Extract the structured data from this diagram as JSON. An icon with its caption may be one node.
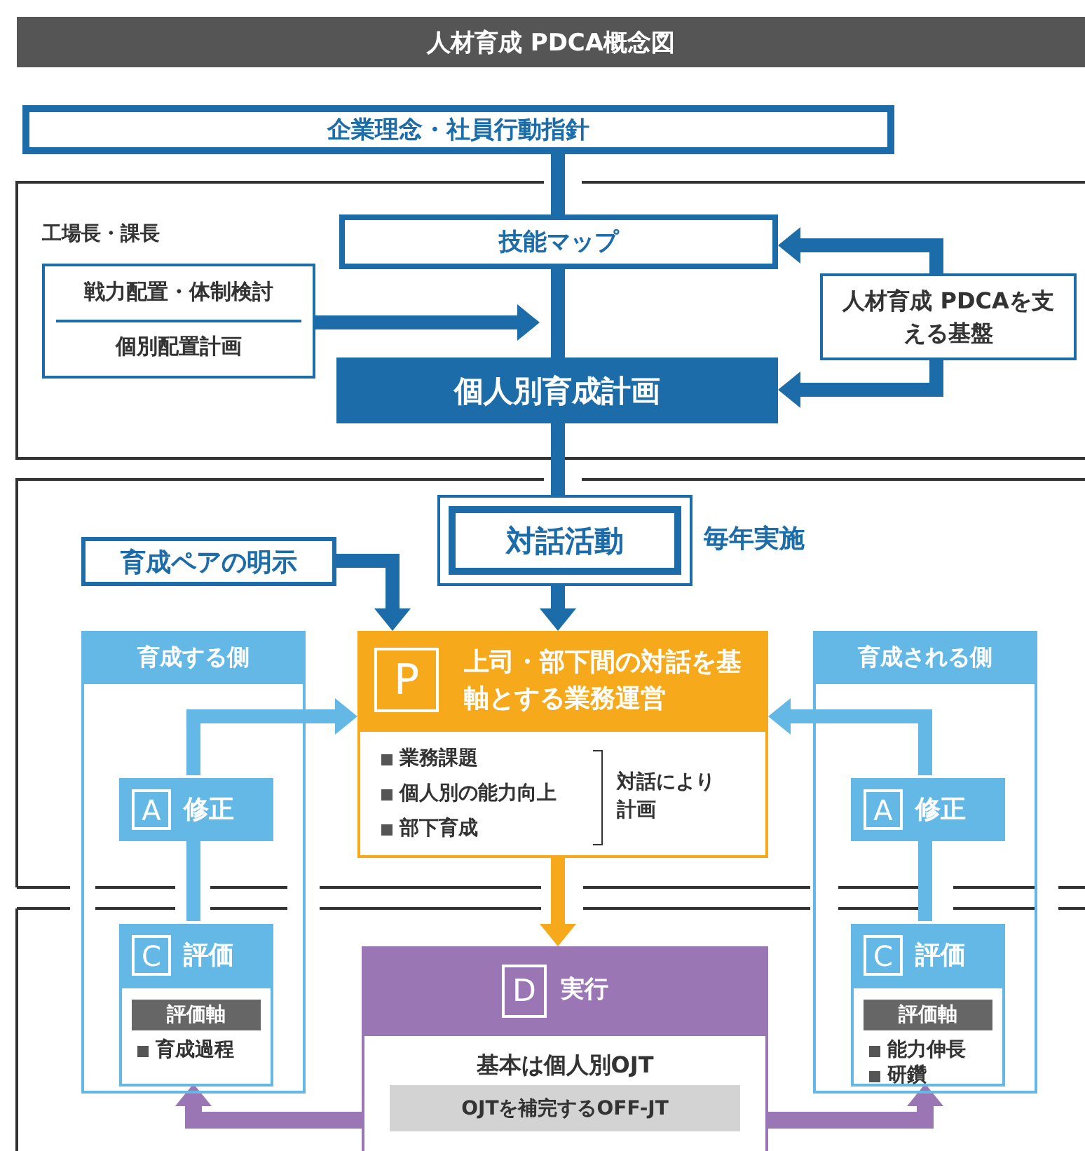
{
  "diagram": {
    "title": "人材育成 PDCA概念図",
    "nodes": [
      {
        "text": [
          "企業理念・社員行動指針"
        ]
      },
      {
        "text": [
          "技能マップ"
        ]
      },
      {
        "text": [
          "戦力配置・体制検討",
          "個別配置計画"
        ]
      },
      {
        "text": [
          "人材育成 PDCAを支える基盤"
        ]
      },
      {
        "text": [
          "個人別育成計画"
        ]
      },
      {
        "text": [
          "対話活動"
        ],
        "beside": [
          "毎年実施"
        ]
      },
      {
        "text": [
          "育成ペアの明示"
        ]
      },
      {
        "text": [
          "育成する側"
        ]
      },
      {
        "text": [
          "A",
          "修正"
        ],
        "in": 7
      },
      {
        "text": [
          "C",
          "評価",
          "評価軸",
          "育成過程"
        ],
        "in": 7
      },
      {
        "text": [
          "P",
          "上司・部下間の対話を基軸とする業務運営",
          "業務課題",
          "個人別の能力向上",
          "部下育成",
          "対話により計画"
        ]
      },
      {
        "text": [
          "育成される側"
        ]
      },
      {
        "text": [
          "A",
          "修正"
        ],
        "in": 11
      },
      {
        "text": [
          "C",
          "評価",
          "評価軸",
          "能力伸長",
          "研鑽"
        ],
        "in": 11
      },
      {
        "text": [
          "D",
          "実行",
          "基本は個人別OJT",
          "OJTを補完するOFF-JT"
        ]
      }
    ],
    "edges": [
      {
        "from": 0,
        "to": 1,
        "arrow": "none"
      },
      {
        "from": 1,
        "to": 4,
        "arrow": "none"
      },
      {
        "from": 2,
        "to": 1,
        "arrow": "to"
      },
      {
        "from": 3,
        "to": 1,
        "arrow": "to"
      },
      {
        "from": 3,
        "to": 4,
        "arrow": "to"
      },
      {
        "from": 4,
        "to": 5,
        "arrow": "none"
      },
      {
        "from": 5,
        "to": 10,
        "arrow": "to"
      },
      {
        "from": 6,
        "to": 10,
        "arrow": "to"
      },
      {
        "from": 10,
        "to": 14,
        "arrow": "to",
        "color": "#f6a91b"
      },
      {
        "from": 9,
        "to": 8,
        "arrow": "none",
        "color": "#63b8e6"
      },
      {
        "from": 8,
        "to": 10,
        "arrow": "to",
        "color": "#63b8e6"
      },
      {
        "from": 13,
        "to": 12,
        "arrow": "none",
        "color": "#63b8e6"
      },
      {
        "from": 12,
        "to": 10,
        "arrow": "to",
        "color": "#63b8e6"
      },
      {
        "from": 14,
        "to": 9,
        "arrow": "to",
        "color": "#9b76b4"
      },
      {
        "from": 14,
        "to": 13,
        "arrow": "to",
        "color": "#9b76b4"
      }
    ],
    "labels": [
      "工場長・課長"
    ]
  }
}
